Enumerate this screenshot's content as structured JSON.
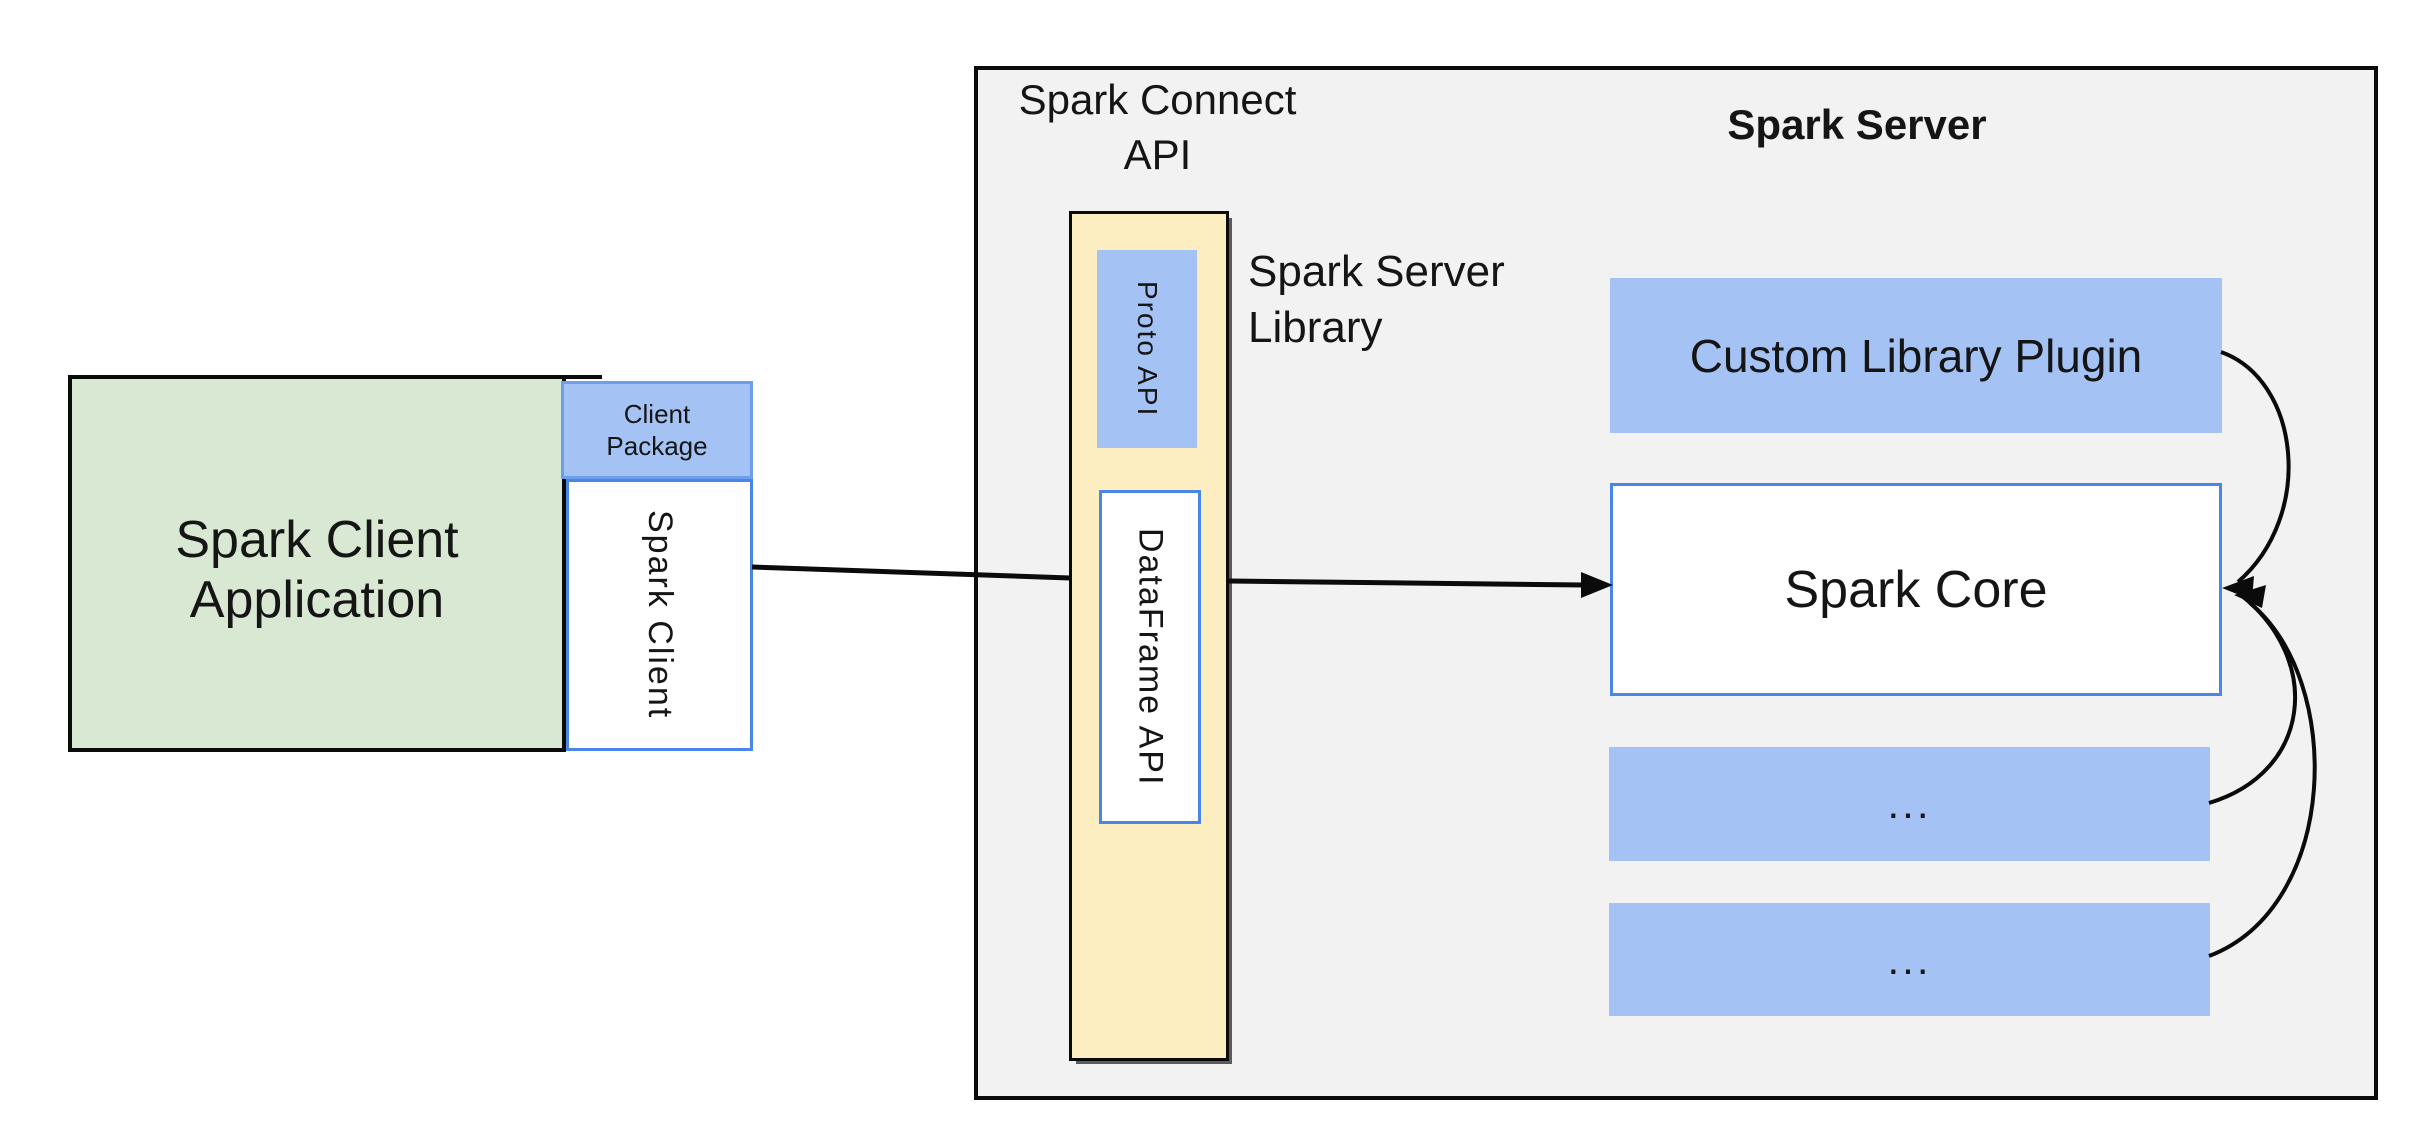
{
  "client": {
    "app_label": "Spark Client Application",
    "package_label": "Client Package",
    "client_label": "Spark Client"
  },
  "connect_api": {
    "title": "Spark Connect API",
    "proto_label": "Proto API",
    "dataframe_label": "DataFrame API",
    "library_label": "Spark Server Library"
  },
  "server": {
    "title": "Spark Server",
    "plugin_label": "Custom Library Plugin",
    "core_label": "Spark Core",
    "placeholder_box_1": "...",
    "placeholder_box_2": "..."
  },
  "colors": {
    "panel_gray": "#f2f2f2",
    "box_blue": "#a4c2f4",
    "box_blue_border": "#6d9eeb",
    "accent_blue": "#4a86e8",
    "box_green": "#d9e8d3",
    "box_yellow": "#fdeec2",
    "ink": "#0b0b0b",
    "text": "#151515"
  }
}
